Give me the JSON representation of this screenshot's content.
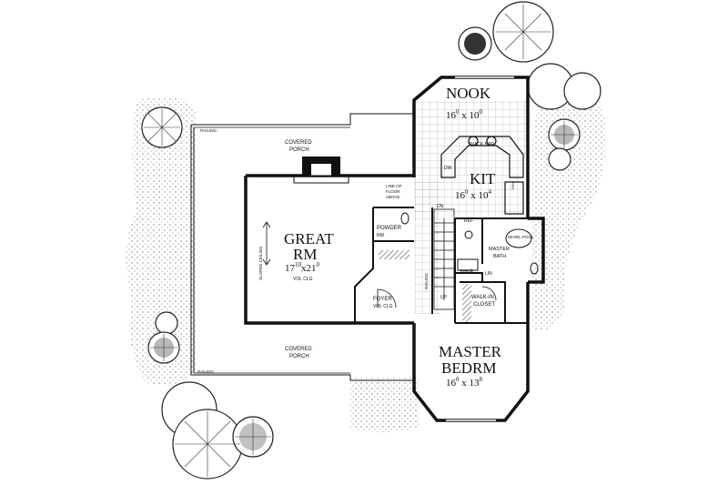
{
  "rooms": {
    "nook": {
      "name": "NOOK",
      "size_w": "16",
      "size_h": "10",
      "sup_w": "0",
      "sup_h": "0"
    },
    "kit": {
      "name": "KIT",
      "size_w": "16",
      "size_h": "10",
      "sup_w": "0",
      "sup_h": "4"
    },
    "great": {
      "name1": "GREAT",
      "name2": "RM",
      "size_w": "17",
      "sup_w": "10",
      "size_h": "21",
      "sup_h": "0",
      "note": "VOL CLG"
    },
    "master_bed": {
      "name1": "MASTER",
      "name2": "BEDRM",
      "size_w": "16",
      "sup_w": "0",
      "size_h": "13",
      "sup_h": "8"
    },
    "covered_porch_top": {
      "line1": "COVERED",
      "line2": "PORCH"
    },
    "covered_porch_bottom": {
      "line1": "COVERED",
      "line2": "PORCH"
    },
    "powder": {
      "line1": "POWDER",
      "line2": "RM"
    },
    "foyer": {
      "name": "FOYER",
      "note": "VOL CLG"
    },
    "master_bath": {
      "line1": "MASTER",
      "line2": "BATH"
    },
    "walk_in": {
      "line1": "WALK-IN",
      "line2": "CLOSET"
    },
    "shwr": "SHWR",
    "whirlpool": "WHIRL-POOL",
    "lin": "LIN"
  },
  "labels": {
    "snack_bar": "SNACK BAR",
    "dw": "DW",
    "ref": "REF",
    "railing_top": "RAILING",
    "railing_bottom": "RAILING",
    "railing_side": "RAILING",
    "line_of_floor": {
      "l1": "LINE OF",
      "l2": "FLOOR",
      "l3": "ABOVE"
    },
    "sloped_ceiling": "SLOPED CEILING",
    "dn": "DN",
    "up": "UP",
    "pantry": "PAN"
  }
}
